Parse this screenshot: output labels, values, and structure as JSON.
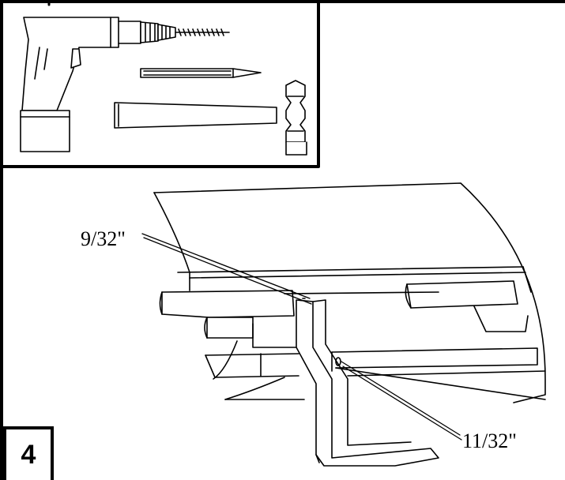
{
  "labels": {
    "upper_hole": "9/32\"",
    "lower_hole": "11/32\""
  },
  "step": {
    "number": "4"
  },
  "tools": [
    "drill-icon",
    "drill-bit-icon",
    "hammer-icon"
  ],
  "colors": {
    "line": "#000000",
    "background": "#ffffff"
  }
}
